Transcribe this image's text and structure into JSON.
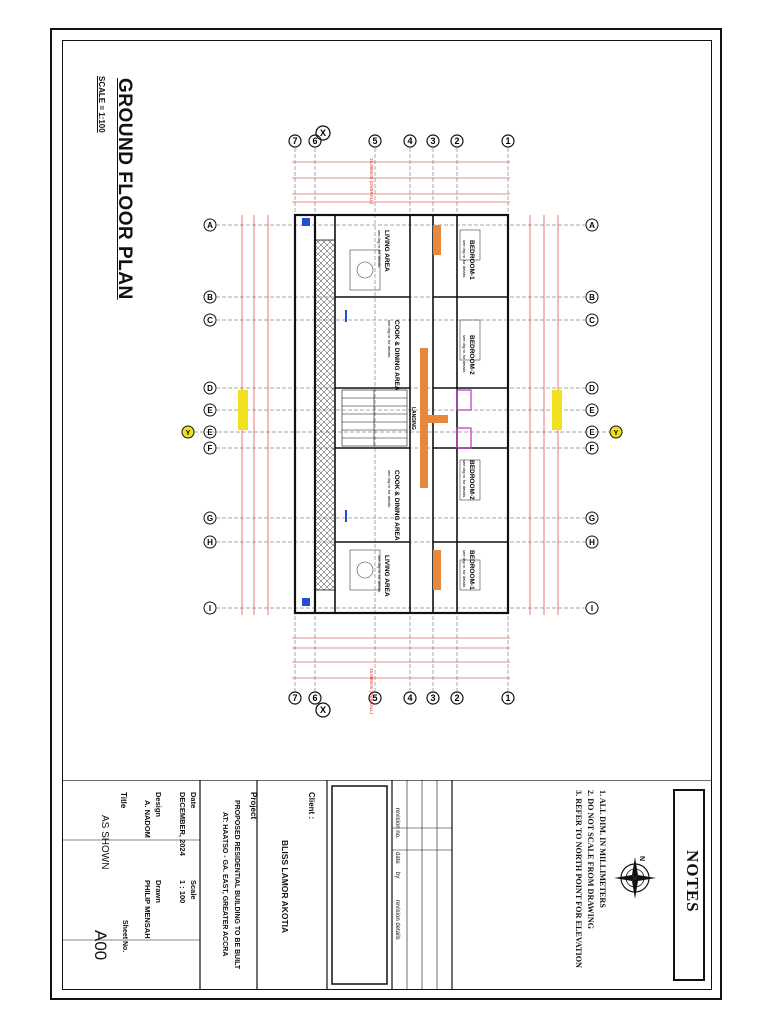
{
  "drawing": {
    "title": "GROUND FLOOR PLAN",
    "scale_note": "SCALE = 1:100"
  },
  "plan": {
    "rooms": [
      {
        "label": "LIVING AREA",
        "sub": "see drg nr. for details"
      },
      {
        "label": "COOK & DINING AREA",
        "sub": "see drg nr. for details"
      },
      {
        "label": "COOK & DINING AREA",
        "sub": "see drg nr. for details"
      },
      {
        "label": "LIVING AREA",
        "sub": "see drg nr. for details"
      },
      {
        "label": "BEDROOM-1",
        "sub": "see drg nr. for details"
      },
      {
        "label": "BEDROOM-2",
        "sub": "see drg nr. for details"
      },
      {
        "label": "BEDROOM-2",
        "sub": "see drg nr. for details"
      },
      {
        "label": "BEDROOM-1",
        "sub": "see drg nr. for details"
      }
    ],
    "landing_label": "LANDING",
    "overall_dim": "15,000mm (OVERALL)",
    "grid_top": [
      "X",
      "7",
      "6",
      "5",
      "4",
      "3",
      "2",
      "1"
    ],
    "grid_side": [
      "A",
      "B",
      "C",
      "D",
      "E",
      "E",
      "F",
      "G",
      "H",
      "I"
    ],
    "section_mark": "Y"
  },
  "notes": {
    "title": "NOTES",
    "north": "N",
    "items": [
      "1. ALL DIM. IN MILLIMETERS",
      "2. DO NOT SCALE FROM DRAWING",
      "3. REFER TO NORTH POINT FOR ELEVATION"
    ]
  },
  "revision_table": {
    "headers": [
      "revision no.",
      "date",
      "by",
      "revision details"
    ]
  },
  "title_block": {
    "client_label": "Client :",
    "client_name": "BLISS LAMOR AKOTIA",
    "project_label": "Project",
    "project_line1": "PROPOSED RESIDENTIAL BUILDING TO BE BUILT",
    "project_line2": "AT: HAATSO - GA. EAST, GREATER ACCRA",
    "date_label": "Date",
    "date_value": "DECEMBER, 2024",
    "scale_label": "Scale",
    "scale_value": "1 : 100",
    "design_label": "Design",
    "design_value": "A. NADOM",
    "drawn_label": "Drawn",
    "drawn_value": "PHILIP MENSAH",
    "title_label": "Title",
    "title_value": "AS SHOWN",
    "sheet_label": "Sheet No.",
    "sheet_value": "A00"
  },
  "colors": {
    "wall": "#111111",
    "dimension": "#d42020",
    "accent_orange": "#e8883a",
    "accent_magenta": "#c030c0",
    "accent_blue": "#2050d0",
    "accent_yellow": "#f0e020"
  }
}
